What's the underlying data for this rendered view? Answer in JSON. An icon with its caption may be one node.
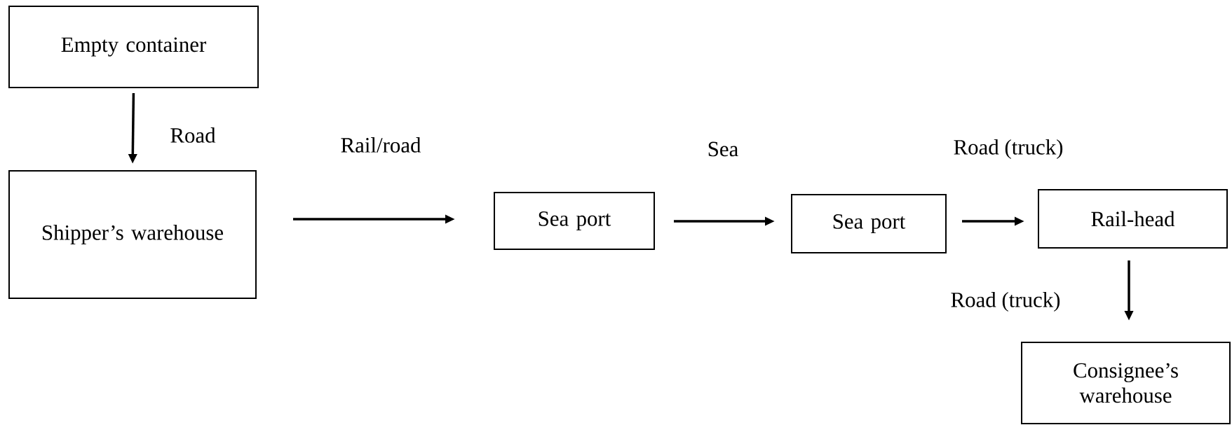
{
  "diagram": {
    "nodes": [
      {
        "text": [
          "Empty container"
        ]
      },
      {
        "text": [
          "Shipper’s warehouse"
        ]
      },
      {
        "text": [
          "Sea port"
        ]
      },
      {
        "text": [
          "Sea port"
        ]
      },
      {
        "text": [
          "Rail-head"
        ]
      },
      {
        "text": [
          "Consignee’s warehouse"
        ]
      }
    ],
    "edges": [
      {
        "from": 0,
        "to": 1,
        "arrow": "to",
        "label": "Road"
      },
      {
        "from": 1,
        "to": 2,
        "arrow": "to",
        "label": "Rail/road"
      },
      {
        "from": 2,
        "to": 3,
        "arrow": "to",
        "label": "Sea"
      },
      {
        "from": 3,
        "to": 4,
        "arrow": "to",
        "label": "Road (truck)"
      },
      {
        "from": 4,
        "to": 5,
        "arrow": "to",
        "label": "Road (truck)"
      }
    ]
  }
}
